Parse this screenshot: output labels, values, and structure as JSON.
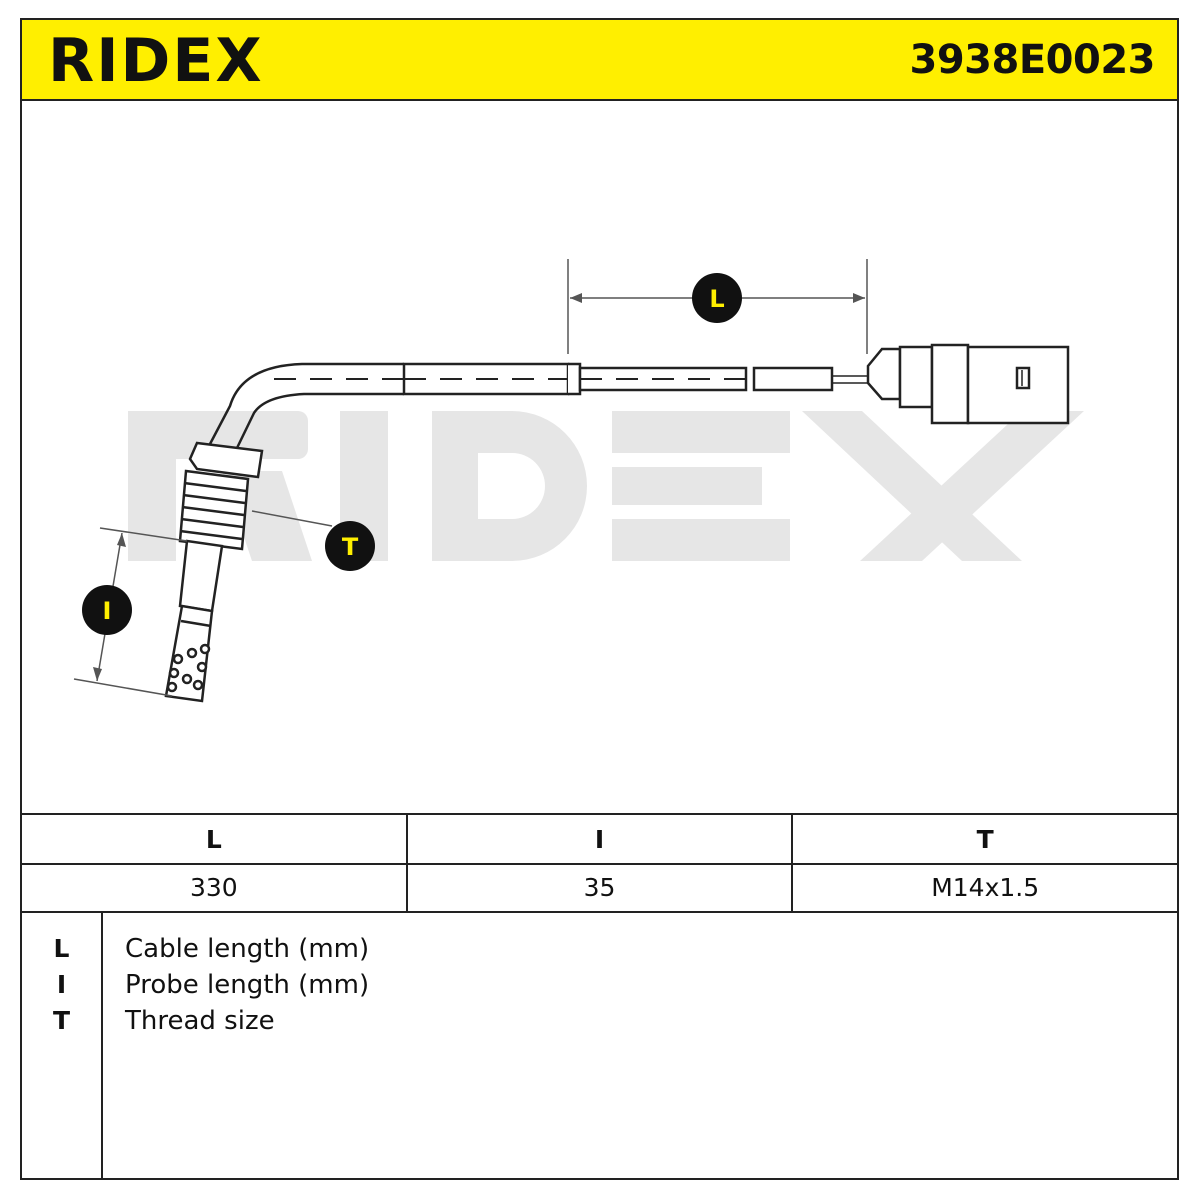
{
  "header": {
    "brand": "RIDEX",
    "part_number": "3938E0023"
  },
  "drawing": {
    "watermark": "RIDEX",
    "callouts": {
      "cable_length": "L",
      "probe_length": "I",
      "thread_size": "T"
    }
  },
  "spec_table": {
    "columns": [
      "L",
      "I",
      "T"
    ],
    "values": [
      "330",
      "35",
      "M14x1.5"
    ]
  },
  "legend": [
    {
      "key": "L",
      "description": "Cable length (mm)"
    },
    {
      "key": "I",
      "description": "Probe length (mm)"
    },
    {
      "key": "T",
      "description": "Thread size"
    }
  ],
  "colors": {
    "accent": "#ffef00",
    "callout_fill": "#111111",
    "watermark": "#e6e6e6"
  }
}
